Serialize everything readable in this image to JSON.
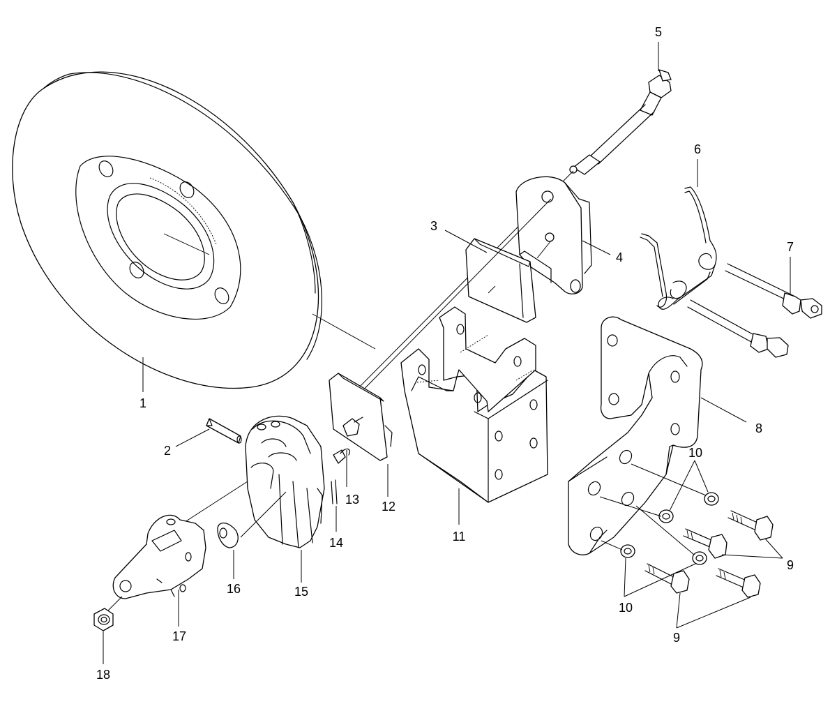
{
  "labels": {
    "l1": "1",
    "l2": "2",
    "l3": "3",
    "l4": "4",
    "l5": "5",
    "l6": "6",
    "l7": "7",
    "l8": "8",
    "l9a": "9",
    "l9b": "9",
    "l10a": "10",
    "l10b": "10",
    "l11": "11",
    "l12": "12",
    "l13": "13",
    "l14": "14",
    "l15": "15",
    "l16": "16",
    "l17": "17",
    "l18": "18"
  }
}
